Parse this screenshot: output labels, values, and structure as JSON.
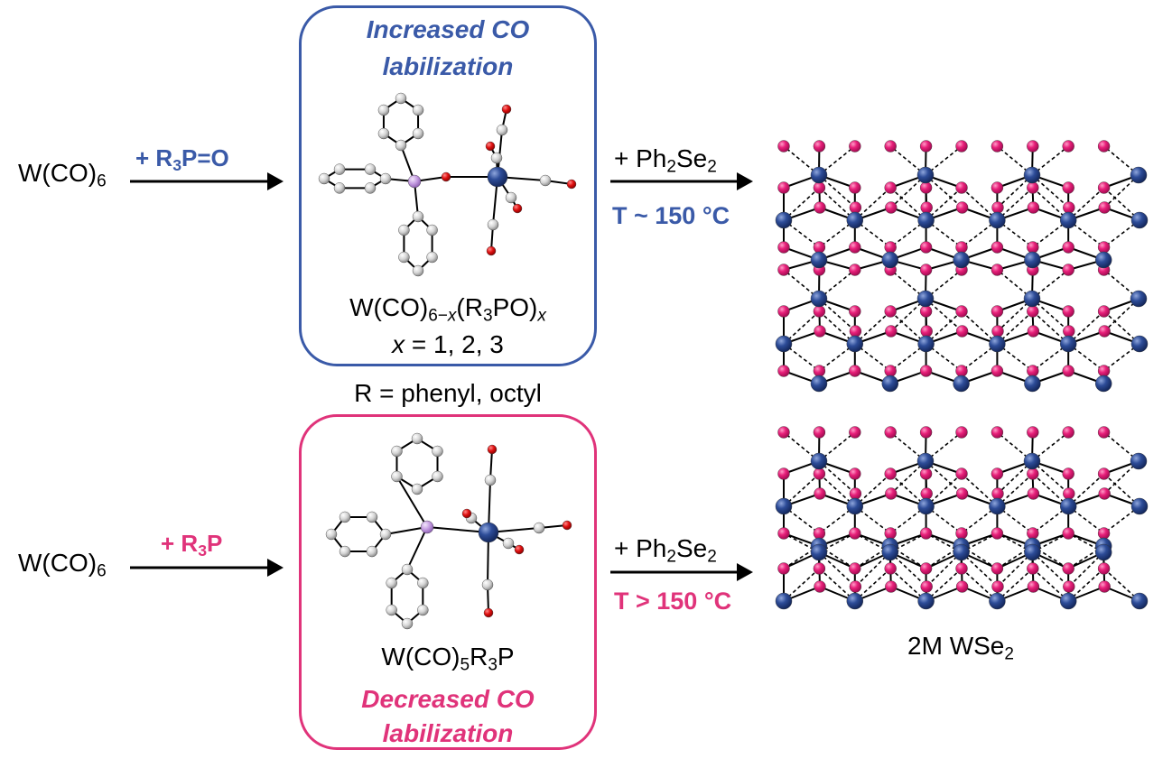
{
  "colors": {
    "blue": "#3a5aa8",
    "pink": "#e0337a",
    "tungsten": "#2a4a90",
    "selenium": "#e8207a",
    "phosphorus": "#c8a0e0",
    "oxygen": "#dd1111",
    "carbon": "#d8d8d8"
  },
  "top": {
    "reactant": "W(CO)",
    "reactant_sub": "6",
    "reagent_prefix": "+ R",
    "reagent_sub": "3",
    "reagent_suffix": "P=O",
    "box_title_line1": "Increased CO",
    "box_title_line2": "labilization",
    "complex_prefix": "W(CO)",
    "complex_sub1": "6−",
    "complex_sub1_var": "x",
    "complex_mid": "(R",
    "complex_sub2": "3",
    "complex_suffix": "PO)",
    "complex_sub3": "x",
    "x_var": "x",
    "x_values": " = 1, 2, 3",
    "arrow2_reagent_prefix": "+ Ph",
    "arrow2_reagent_sub1": "2",
    "arrow2_reagent_mid": "Se",
    "arrow2_reagent_sub2": "2",
    "temperature": "T ~ 150 °C"
  },
  "middle": {
    "r_definition": "R = phenyl, octyl"
  },
  "bottom": {
    "reactant": "W(CO)",
    "reactant_sub": "6",
    "reagent_prefix": "+ R",
    "reagent_sub": "3",
    "reagent_suffix": "P",
    "complex_prefix": "W(CO)",
    "complex_sub1": "5",
    "complex_mid": "R",
    "complex_sub2": "3",
    "complex_suffix": "P",
    "box_title_line1": "Decreased CO",
    "box_title_line2": "labilization",
    "arrow2_reagent_prefix": "+ Ph",
    "arrow2_reagent_sub1": "2",
    "arrow2_reagent_mid": "Se",
    "arrow2_reagent_sub2": "2",
    "temperature": "T > 150 °C"
  },
  "product": {
    "label_prefix": "2M WSe",
    "label_sub": "2"
  }
}
